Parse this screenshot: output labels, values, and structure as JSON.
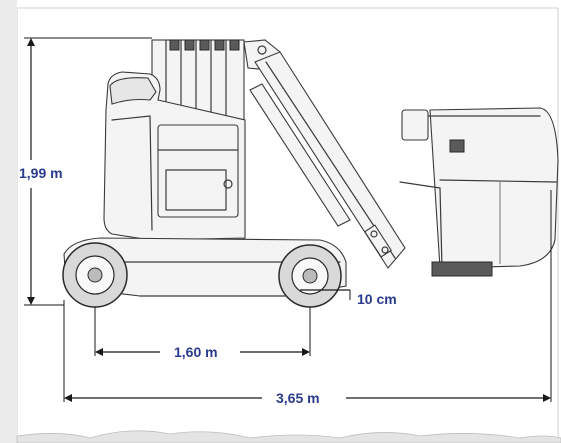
{
  "dimensions": {
    "height": "1,99 m",
    "ground_clearance": "10 cm",
    "wheelbase": "1,60 m",
    "overall_length": "3,65 m"
  },
  "colors": {
    "label": "#2a3a8c",
    "line": "#1a1a1a",
    "frame_border": "#c8c8c8"
  }
}
